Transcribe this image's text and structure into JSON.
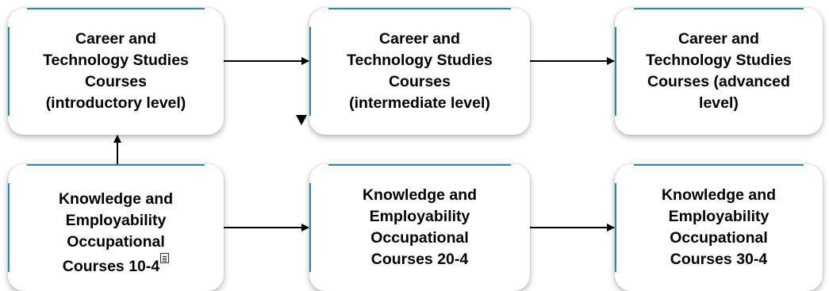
{
  "nodes": {
    "cts_intro": "Career and\nTechnology Studies\nCourses\n(introductory level)",
    "cts_intermediate": "Career and\nTechnology Studies\nCourses\n(intermediate level)",
    "cts_advanced": "Career and\nTechnology Studies\nCourses (advanced\nlevel)",
    "keo_10": "Knowledge and\nEmployability\nOccupational\nCourses 10-4",
    "keo_20": "Knowledge and\nEmployability\nOccupational\nCourses 20-4",
    "keo_30": "Knowledge and\nEmployability\nOccupational\nCourses 30-4"
  },
  "colors": {
    "accent": "#2f86a5",
    "arrow": "#000000",
    "text": "#000000"
  },
  "icons": {
    "note": "note-icon"
  }
}
